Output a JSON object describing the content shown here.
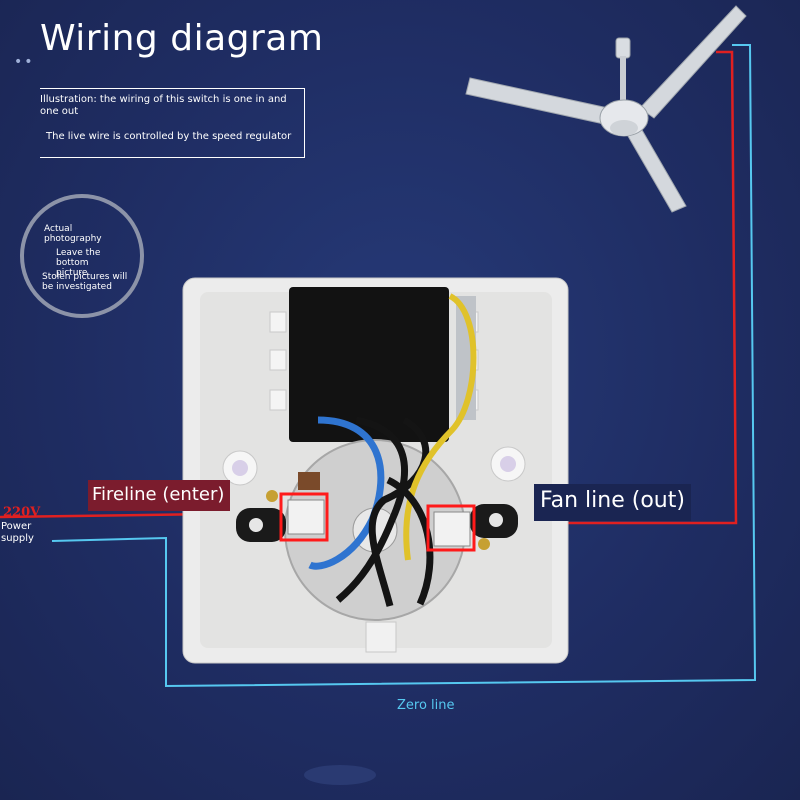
{
  "title": "Wiring diagram",
  "info_box": {
    "line1": "Illustration: the wiring of this switch is one in and one out",
    "line2": "The live wire is controlled by the speed regulator"
  },
  "badge": {
    "line1": "Actual photography",
    "line2": "Leave the bottom picture",
    "line3": "Stolen pictures will be investigated"
  },
  "labels": {
    "fireline": "Fireline (enter)",
    "fan_line": "Fan line (out)",
    "voltage": "220V",
    "power_supply": "Power supply",
    "zero_line": "Zero line"
  },
  "colors": {
    "background": "#1e2b5e",
    "live_wire": "#e02020",
    "neutral_wire": "#56c8f0",
    "fire_label_bg": "#7b1c2d",
    "highlight_box": "#ff1a1a"
  },
  "icons": [
    "ceiling-fan-icon",
    "switch-plate-photo"
  ]
}
